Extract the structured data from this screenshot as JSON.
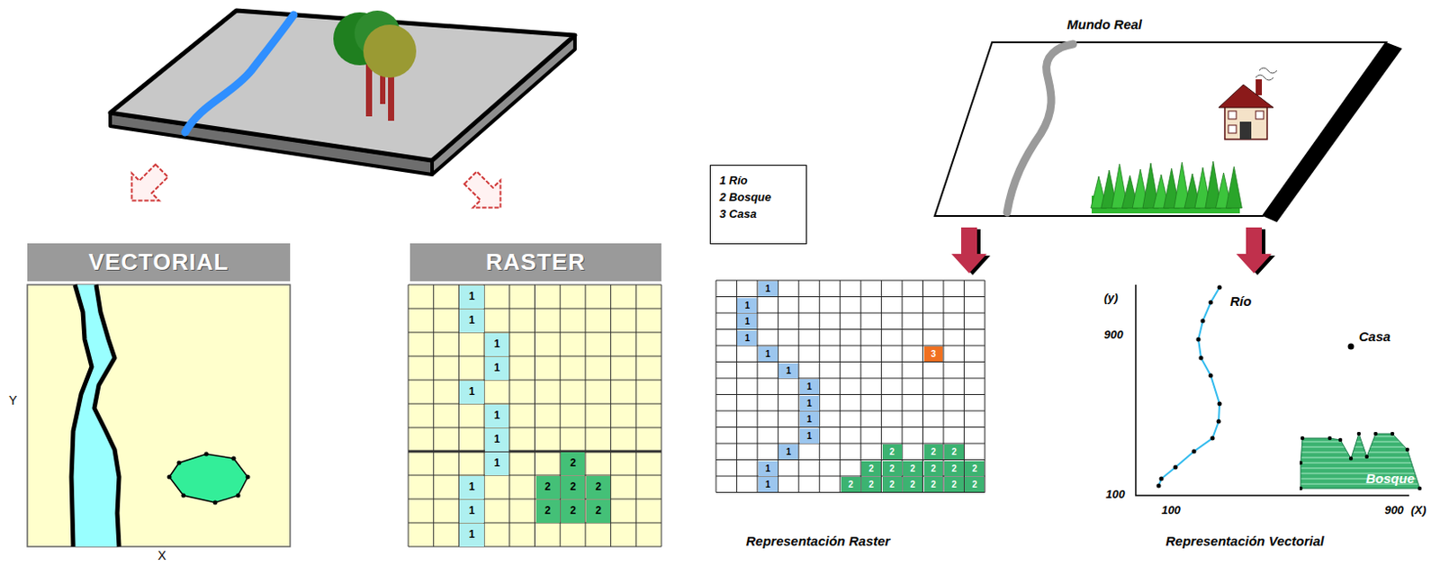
{
  "diagram": {
    "nodes": [
      {
        "text": [
          "VECTORIAL"
        ]
      },
      {
        "text": [
          "RASTER"
        ]
      },
      {
        "text": [
          "1 Río",
          "2 Bosque",
          "3 Casa"
        ]
      },
      {
        "text": [
          "Bosque"
        ]
      }
    ],
    "labels": [
      "Y",
      "X",
      "1",
      "1",
      "1",
      "1",
      "1",
      "1",
      "1",
      "1",
      "1",
      "1",
      "1",
      "2",
      "2",
      "2",
      "2",
      "2",
      "2",
      "2",
      "Mundo Real",
      "1",
      "1",
      "1",
      "1",
      "1",
      "1",
      "1",
      "1",
      "1",
      "1",
      "1",
      "1",
      "1",
      "3",
      "2",
      "2",
      "2",
      "2",
      "2",
      "2",
      "2",
      "2",
      "2",
      "2",
      "2",
      "2",
      "2",
      "2",
      "2",
      "2",
      "Representación Raster",
      "(y)",
      "900",
      "100",
      "100",
      "900",
      "(X)",
      "Río",
      "Casa",
      "Representación Vectorial"
    ]
  }
}
